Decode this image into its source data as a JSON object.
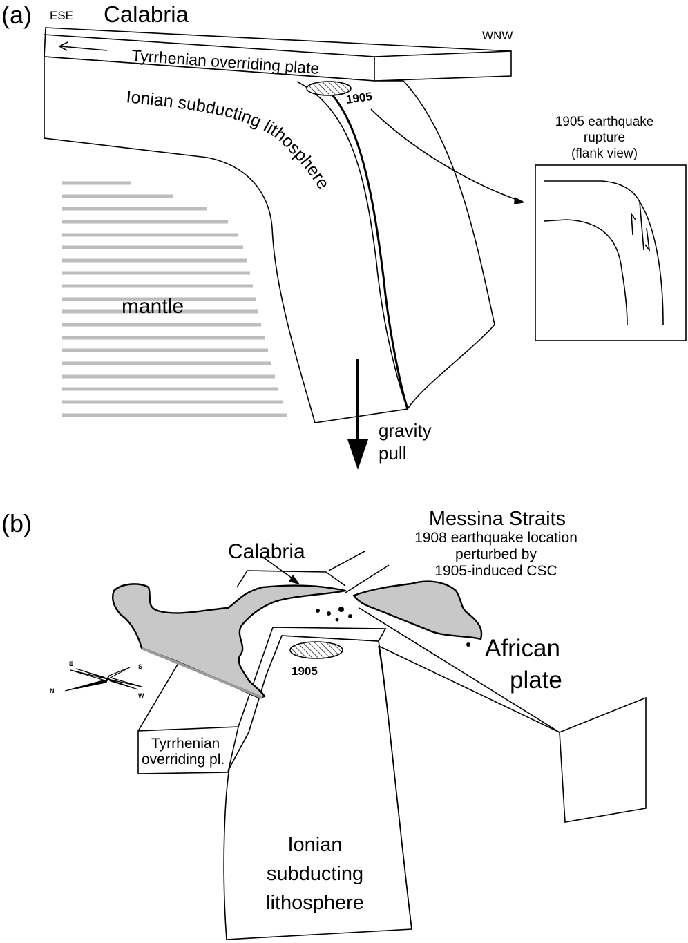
{
  "panel_a": {
    "label": "(a)",
    "dir_left": "ESE",
    "dir_right": "WNW",
    "title": "Calabria",
    "overriding_plate": "Tyrrhenian overriding plate",
    "subducting": "Ionian subducting lithosphere",
    "rupture_year": "1905",
    "mantle": "mantle",
    "gravity_line1": "gravity",
    "gravity_line2": "pull",
    "inset_caption_1": "1905 earthquake",
    "inset_caption_2": "rupture",
    "inset_caption_3": "(flank view)"
  },
  "panel_b": {
    "label": "(b)",
    "messina_title": "Messina Straits",
    "messina_line1": "1908 earthquake location",
    "messina_line2": "perturbed by",
    "messina_line3": "1905-induced CSC",
    "calabria": "Calabria",
    "african_1": "African",
    "african_2": "plate",
    "rupture_year": "1905",
    "tyrrhenian_1": "Tyrrhenian",
    "tyrrhenian_2": "overriding  pl.",
    "ionian_1": "Ionian",
    "ionian_2": "subducting",
    "ionian_3": "lithosphere",
    "compass": {
      "e": "E",
      "s": "S",
      "n": "N",
      "w": "W"
    }
  },
  "colors": {
    "land": "#c8c8c8",
    "mantle_lines": "#bdbdbd",
    "ink": "#000000"
  }
}
